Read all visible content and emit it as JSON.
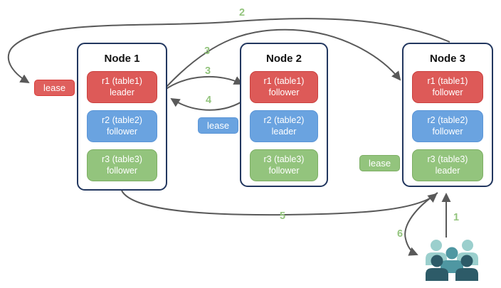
{
  "diagram": {
    "nodes": [
      {
        "title": "Node 1",
        "replicas": [
          {
            "name": "r1 (table1)",
            "role": "leader",
            "color": "red"
          },
          {
            "name": "r2 (table2)",
            "role": "follower",
            "color": "blue"
          },
          {
            "name": "r3 (table3)",
            "role": "follower",
            "color": "green"
          }
        ]
      },
      {
        "title": "Node 2",
        "replicas": [
          {
            "name": "r1 (table1)",
            "role": "follower",
            "color": "red"
          },
          {
            "name": "r2 (table2)",
            "role": "leader",
            "color": "blue"
          },
          {
            "name": "r3 (table3)",
            "role": "follower",
            "color": "green"
          }
        ]
      },
      {
        "title": "Node 3",
        "replicas": [
          {
            "name": "r1 (table1)",
            "role": "follower",
            "color": "red"
          },
          {
            "name": "r2 (table2)",
            "role": "follower",
            "color": "blue"
          },
          {
            "name": "r3 (table3)",
            "role": "leader",
            "color": "green"
          }
        ]
      }
    ],
    "leases": [
      {
        "label": "lease",
        "color": "#df5f5d"
      },
      {
        "label": "lease",
        "color": "#6aa3e0"
      },
      {
        "label": "lease",
        "color": "#93c47d"
      }
    ],
    "arrow_labels": [
      "1",
      "2",
      "3",
      "3",
      "4",
      "5",
      "6"
    ],
    "icons": {
      "users_group": "users-group"
    },
    "colors": {
      "arrow": "#595959",
      "step_label": "#93c47d",
      "node_border": "#22375f",
      "replica_red": "#dd5a58",
      "replica_blue": "#6aa3e0",
      "replica_green": "#93c47d",
      "users_light_teal": "#9bcfcd",
      "users_medium_teal": "#4f97a2",
      "users_dark_teal": "#2d5b68"
    }
  }
}
